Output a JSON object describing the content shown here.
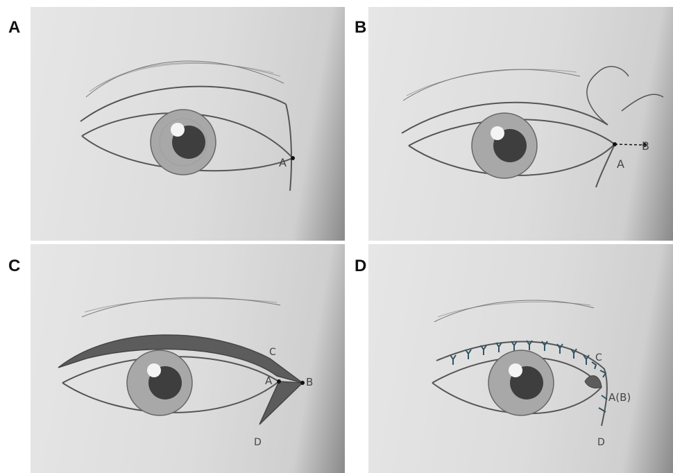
{
  "panels": [
    {
      "letter": "A",
      "points": [
        "A"
      ]
    },
    {
      "letter": "B",
      "points": [
        "A",
        "B"
      ]
    },
    {
      "letter": "C",
      "points": [
        "A",
        "B",
        "C",
        "D"
      ]
    },
    {
      "letter": "D",
      "points": [
        "C",
        "A(B)",
        "D"
      ]
    }
  ],
  "colors": {
    "pencil": "#555555",
    "suture": "#2f5563",
    "shaded": "#5c5c5c"
  }
}
